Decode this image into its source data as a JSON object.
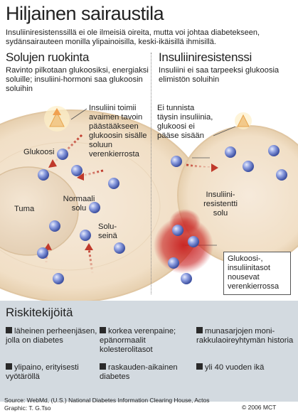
{
  "title": "Hiljainen sairaustila",
  "intro": "Insuliiniresistenssillä ei ole ilmeisiä oireita, mutta voi johtaa diabetekseen, sydänsairauteen monilla ylipainoisilla, keski-ikäisillä ihmisillä.",
  "left": {
    "heading": "Solujen ruokinta",
    "description": "Ravinto pilkotaan glukoosiksi, energiaksi soluille; insuliini-hormoni saa glukoosin soluihin",
    "callout": "Insuliini toimii avaimen tavoin päästääkseen glukoosin sisälle soluun verenkierrosta",
    "label_glucose": "Glukoosi",
    "label_nucleus": "Tuma",
    "label_normal_cell": "Normaali solu",
    "label_cell_wall": "Solu-seinä"
  },
  "right": {
    "heading": "Insuliiniresistenssi",
    "description": "Insuliini ei saa tarpeeksi glukoosia elimistön soluihin",
    "callout": "Ei tunnista täysin insuliinia, glukoosi ei pääse sisään",
    "label_resistant_cell": "Insuliini-resistentti solu",
    "box": "Glukoosi-, insuliinitasot nousevat verenkierrossa"
  },
  "risk": {
    "heading": "Riskitekijöitä",
    "items": [
      "läheinen perheenjäsen, jolla on diabetes",
      "korkea verenpaine; epänormaalit kolesterolitasot",
      "munasarjojen moni-rakkulaoireyhtymän historia",
      "ylipaino, erityisesti vyötäröllä",
      "raskauden-aikainen diabetes",
      "yli 40 vuoden ikä"
    ]
  },
  "source": "Source: WebMd, (U.S.) National Diabetes Information Clearing House, Actos",
  "graphic": "Graphic: T. G.Tso",
  "credit": "© 2006 MCT",
  "colors": {
    "cell_fill": "#f3e2c8",
    "nucleus_fill": "#ead7bf",
    "glucose": "#7d8fd1",
    "arrow": "#c0392b",
    "risk_bg": "#d3dae0"
  }
}
